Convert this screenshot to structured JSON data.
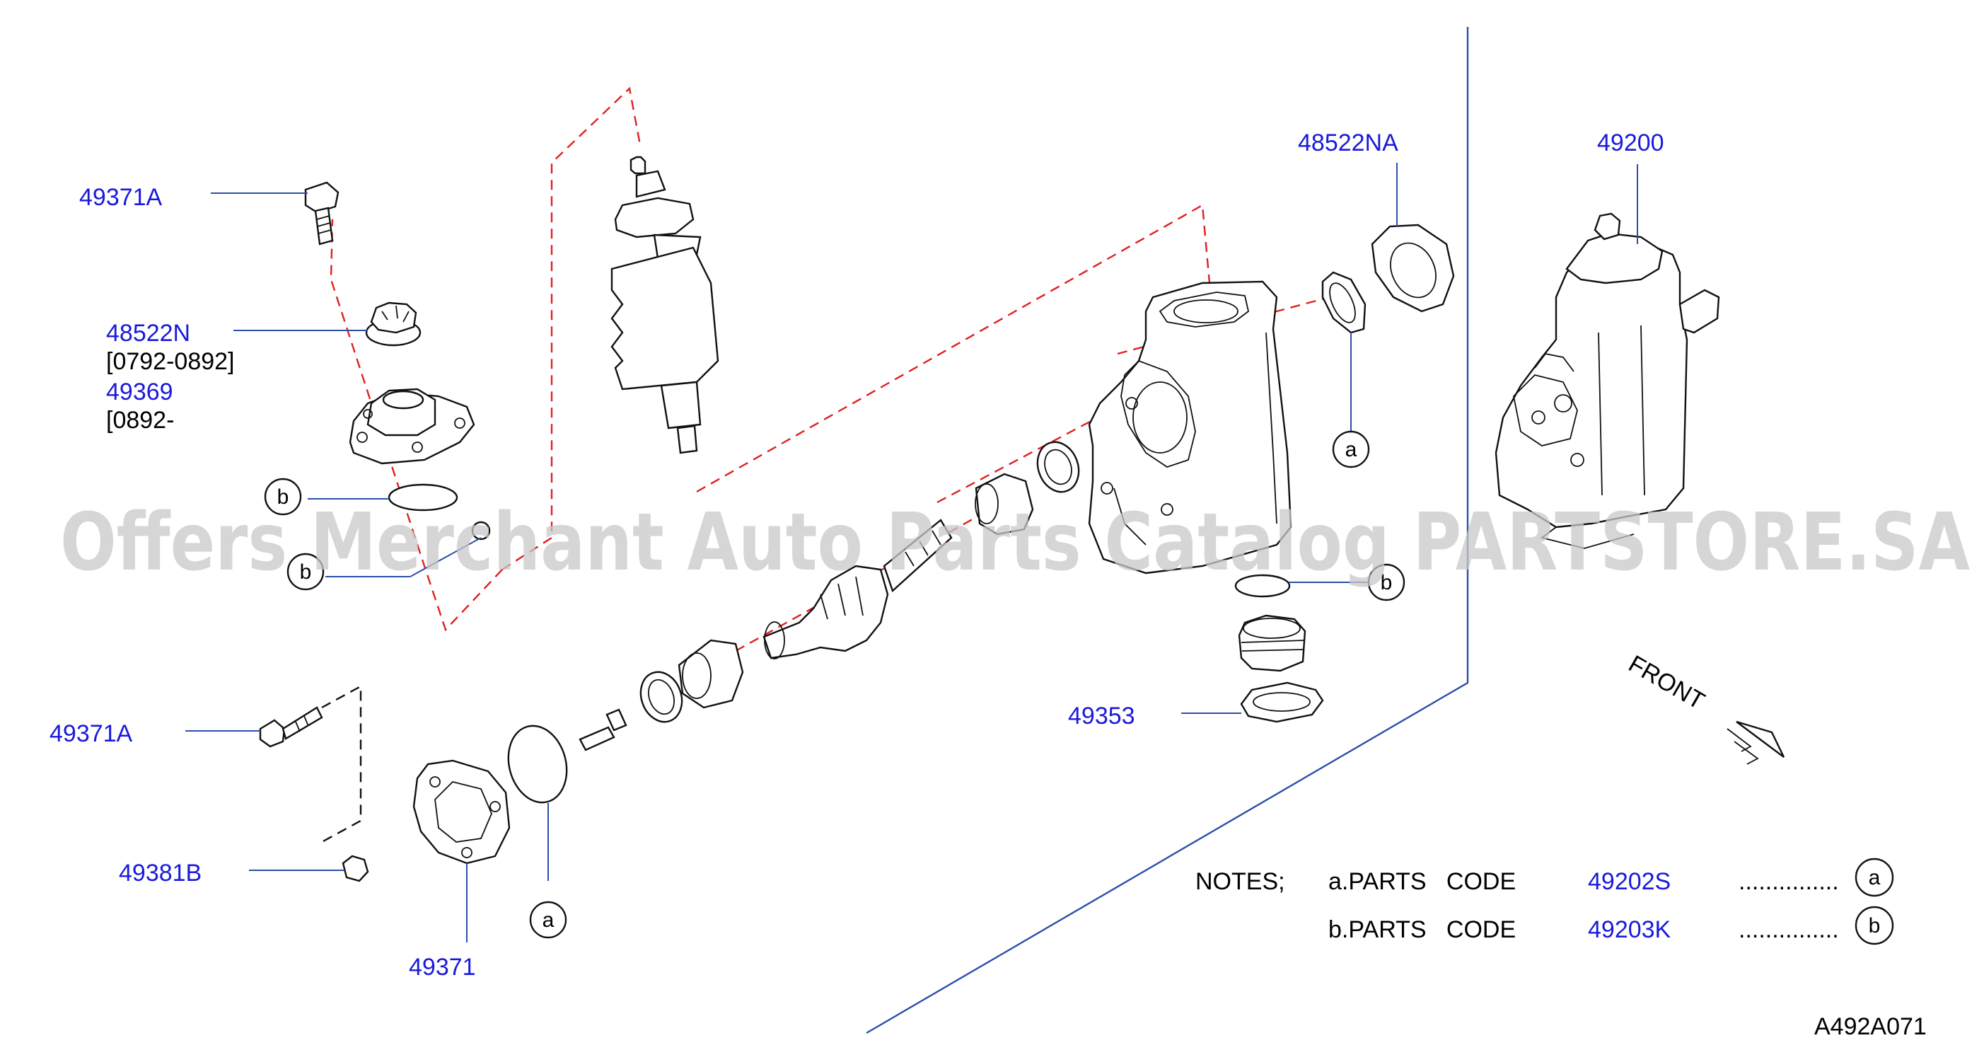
{
  "watermark": "Offers Merchant Auto Parts Catalog PARTSTORE.SA",
  "diagram_code": "A492A071",
  "front_label": "FRONT",
  "callouts": {
    "p49371A_top": "49371A",
    "p48522N": "48522N",
    "p48522N_range": "[0792-0892]",
    "p49369": "49369",
    "p49369_range": "[0892-",
    "p48522NA": "48522NA",
    "p49200": "49200",
    "p49353": "49353",
    "p49371A_bottom": "49371A",
    "p49381B": "49381B",
    "p49371": "49371"
  },
  "circle_markers": {
    "b": "b",
    "a": "a"
  },
  "notes": {
    "heading": "NOTES;",
    "rows": [
      {
        "label": "a.PARTS   CODE",
        "code": "49202S",
        "dots": "...............",
        "marker": "a"
      },
      {
        "label": "b.PARTS   CODE",
        "code": "49203K",
        "dots": "...............",
        "marker": "b"
      }
    ]
  },
  "colors": {
    "part_number": "#1a1adb",
    "leader": "#2b4fa8",
    "dashed_guide": "#e02020"
  }
}
